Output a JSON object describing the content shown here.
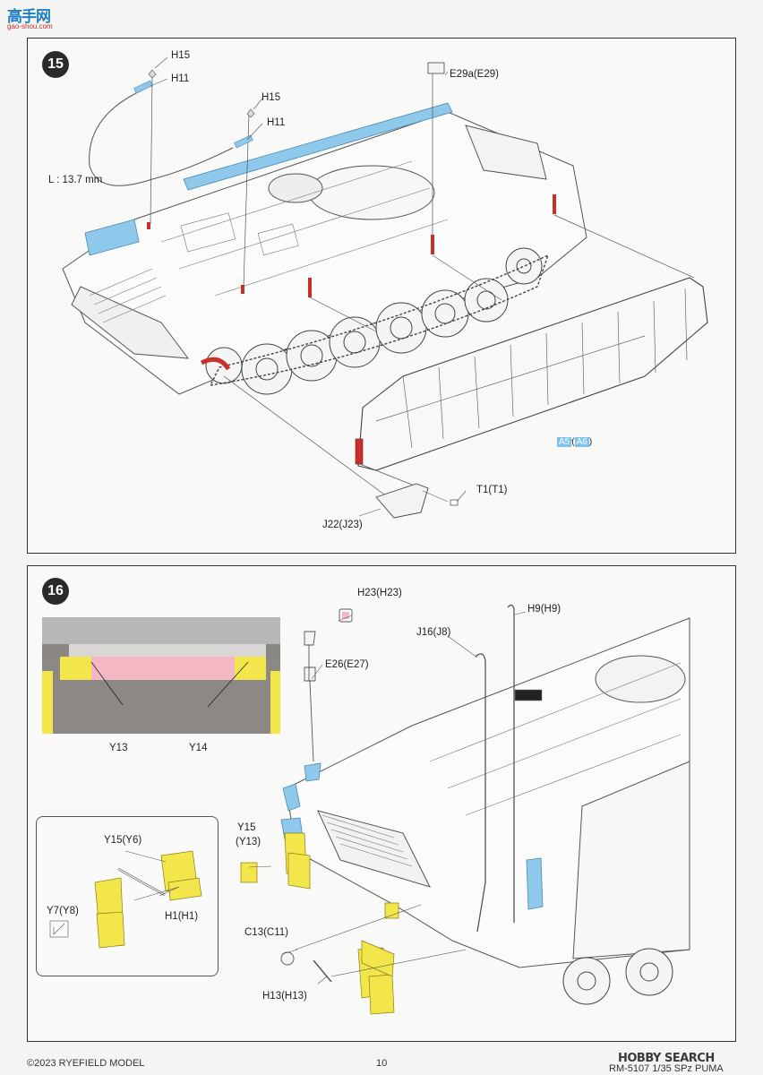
{
  "watermark": {
    "site": "高手网",
    "url": "gao-shou.com"
  },
  "step15": {
    "number": "15",
    "labels": {
      "h15_a": "H15",
      "h11_a": "H11",
      "h15_b": "H15",
      "h11_b": "H11",
      "e29": "E29a(E29)",
      "length": "L : 13.7 mm",
      "a5": "A5",
      "a6": "A6",
      "t1": "T1(T1)",
      "j22": "J22(J23)"
    }
  },
  "step16": {
    "number": "16",
    "labels": {
      "h23": "H23(H23)",
      "h9": "H9(H9)",
      "j16": "J16(J8)",
      "e26": "E26(E27)",
      "y13": "Y13",
      "y14": "Y14",
      "y15_main": "Y15",
      "y13_main": "(Y13)",
      "y15_inset": "Y15(Y6)",
      "y7": "Y7(Y8)",
      "h1": "H1(H1)",
      "c13": "C13(C11)",
      "h13": "H13(H13)"
    }
  },
  "footer": {
    "copyright": "©2023 RYEFIELD MODEL",
    "page": "10",
    "model": "RM-5107 1/35 SPz PUMA",
    "brand": "HOBBY SEARCH"
  },
  "colors": {
    "blue_part": "#8ec8ea",
    "red_part": "#c9302c",
    "yellow_part": "#f2e64a",
    "pink_part": "#f3b8c4"
  }
}
